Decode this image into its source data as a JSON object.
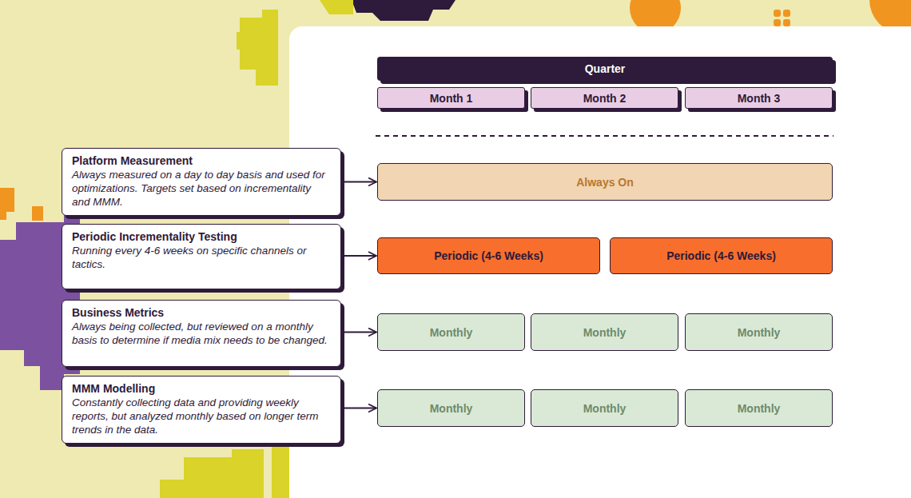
{
  "diagram": {
    "nodes": [
      {
        "text": [
          "Quarter"
        ]
      },
      {
        "text": [
          "Month 1"
        ]
      },
      {
        "text": [
          "Month 2"
        ]
      },
      {
        "text": [
          "Month 3"
        ]
      },
      {
        "text": [
          "Platform Measurement",
          "Always measured on a day to day basis and used for optimizations. Targets set based on incrementality and MMM."
        ]
      },
      {
        "text": [
          "Always On"
        ]
      },
      {
        "text": [
          "Periodic Incrementality Testing",
          "Running every 4-6 weeks on specific channels or tactics."
        ]
      },
      {
        "text": [
          "Periodic (4-6 Weeks)"
        ]
      },
      {
        "text": [
          "Periodic (4-6 Weeks)"
        ]
      },
      {
        "text": [
          "Business Metrics",
          "Always being collected, but reviewed on a monthly basis to determine if media mix needs to be changed."
        ]
      },
      {
        "text": [
          "Monthly"
        ]
      },
      {
        "text": [
          "Monthly"
        ]
      },
      {
        "text": [
          "Monthly"
        ]
      },
      {
        "text": [
          "MMM Modelling",
          "Constantly collecting data and providing weekly reports, but analyzed monthly based on longer term trends in the data."
        ]
      },
      {
        "text": [
          "Monthly"
        ]
      },
      {
        "text": [
          "Monthly"
        ]
      },
      {
        "text": [
          "Monthly"
        ]
      }
    ],
    "edges": [
      {
        "from": 4,
        "to": 5,
        "arrow": "to"
      },
      {
        "from": 6,
        "to": 7,
        "arrow": "to"
      },
      {
        "from": 9,
        "to": 10,
        "arrow": "to"
      },
      {
        "from": 13,
        "to": 14,
        "arrow": "to"
      }
    ]
  }
}
